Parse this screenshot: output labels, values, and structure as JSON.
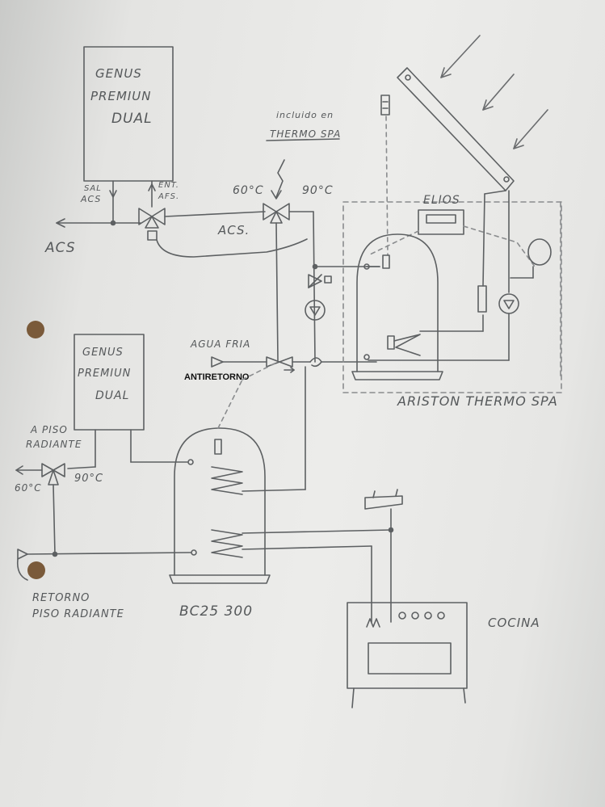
{
  "boiler_top": {
    "line1": "GENUS",
    "line2": "PREMIUN",
    "line3": "DUAL"
  },
  "boiler_bottom": {
    "line1": "GENUS",
    "line2": "PREMIUN",
    "line3": "DUAL"
  },
  "acs_labels": {
    "sal": "SAL",
    "sal2": "ACS",
    "ent": "ENT.",
    "ent2": "AFS.",
    "acs_out": "ACS",
    "acs_mid": "ACS."
  },
  "temps": {
    "t60_top": "60°C",
    "t90_top": "90°C",
    "t60_bottom": "60°C",
    "t90_bottom": "90°C"
  },
  "note": {
    "line1": "incluido en",
    "line2": "THERMO SPA"
  },
  "solar": {
    "controller": "ELIOS",
    "brand": "ARISTON THERMO SPA"
  },
  "cold_water": "AGUA FRIA",
  "antiretorno": "ANTIRETORNO",
  "floor": {
    "supply1": "A PISO",
    "supply2": "RADIANTE",
    "return1": "RETORNO",
    "return2": "PISO RADIANTE"
  },
  "tank": "BC25 300",
  "kitchen": "COCINA"
}
